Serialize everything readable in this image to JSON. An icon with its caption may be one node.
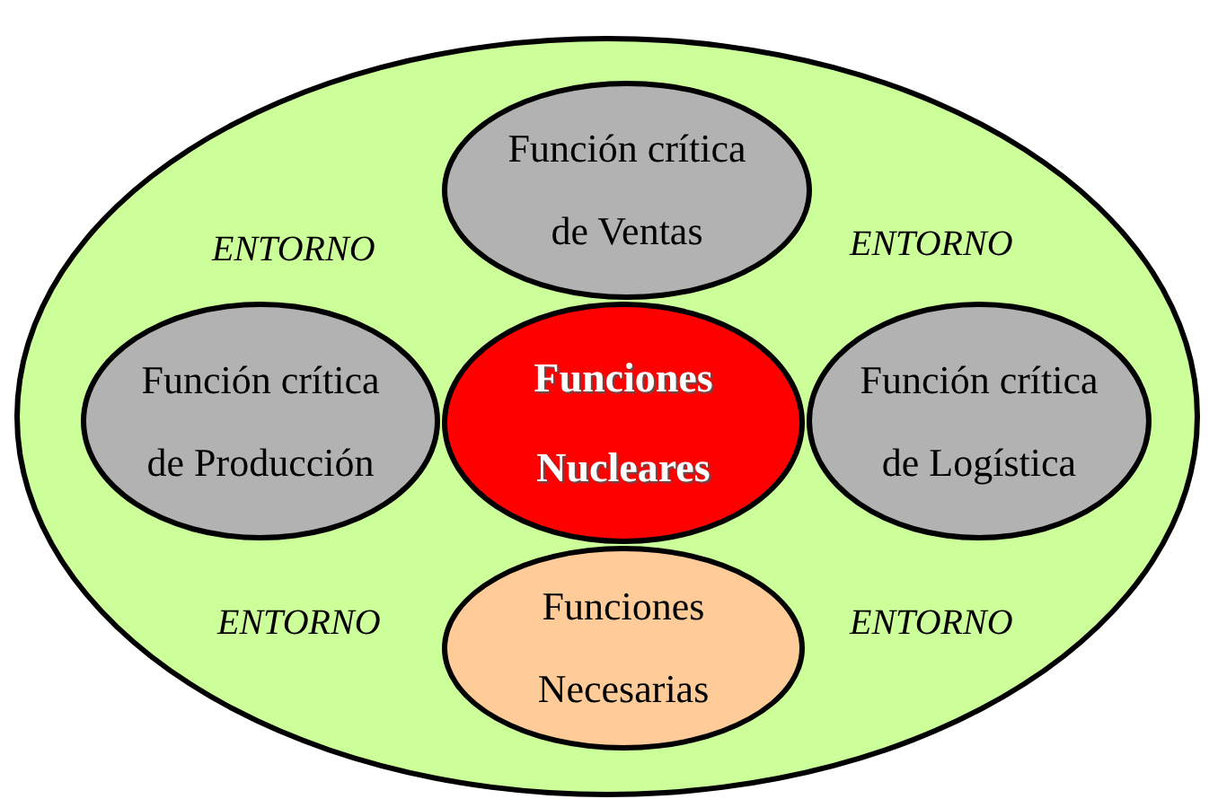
{
  "diagram": {
    "nodes": [
      {
        "text": [
          "ENTORNO",
          "ENTORNO",
          "ENTORNO",
          "ENTORNO"
        ]
      },
      {
        "text": [
          "Función crítica de Ventas"
        ],
        "in": 0
      },
      {
        "text": [
          "Función crítica de Producción"
        ],
        "in": 0
      },
      {
        "text": [
          "Funciones Nucleares"
        ],
        "in": 0
      },
      {
        "text": [
          "Función crítica de Logística"
        ],
        "in": 0
      },
      {
        "text": [
          "Funciones Necesarias"
        ],
        "in": 0
      }
    ]
  }
}
